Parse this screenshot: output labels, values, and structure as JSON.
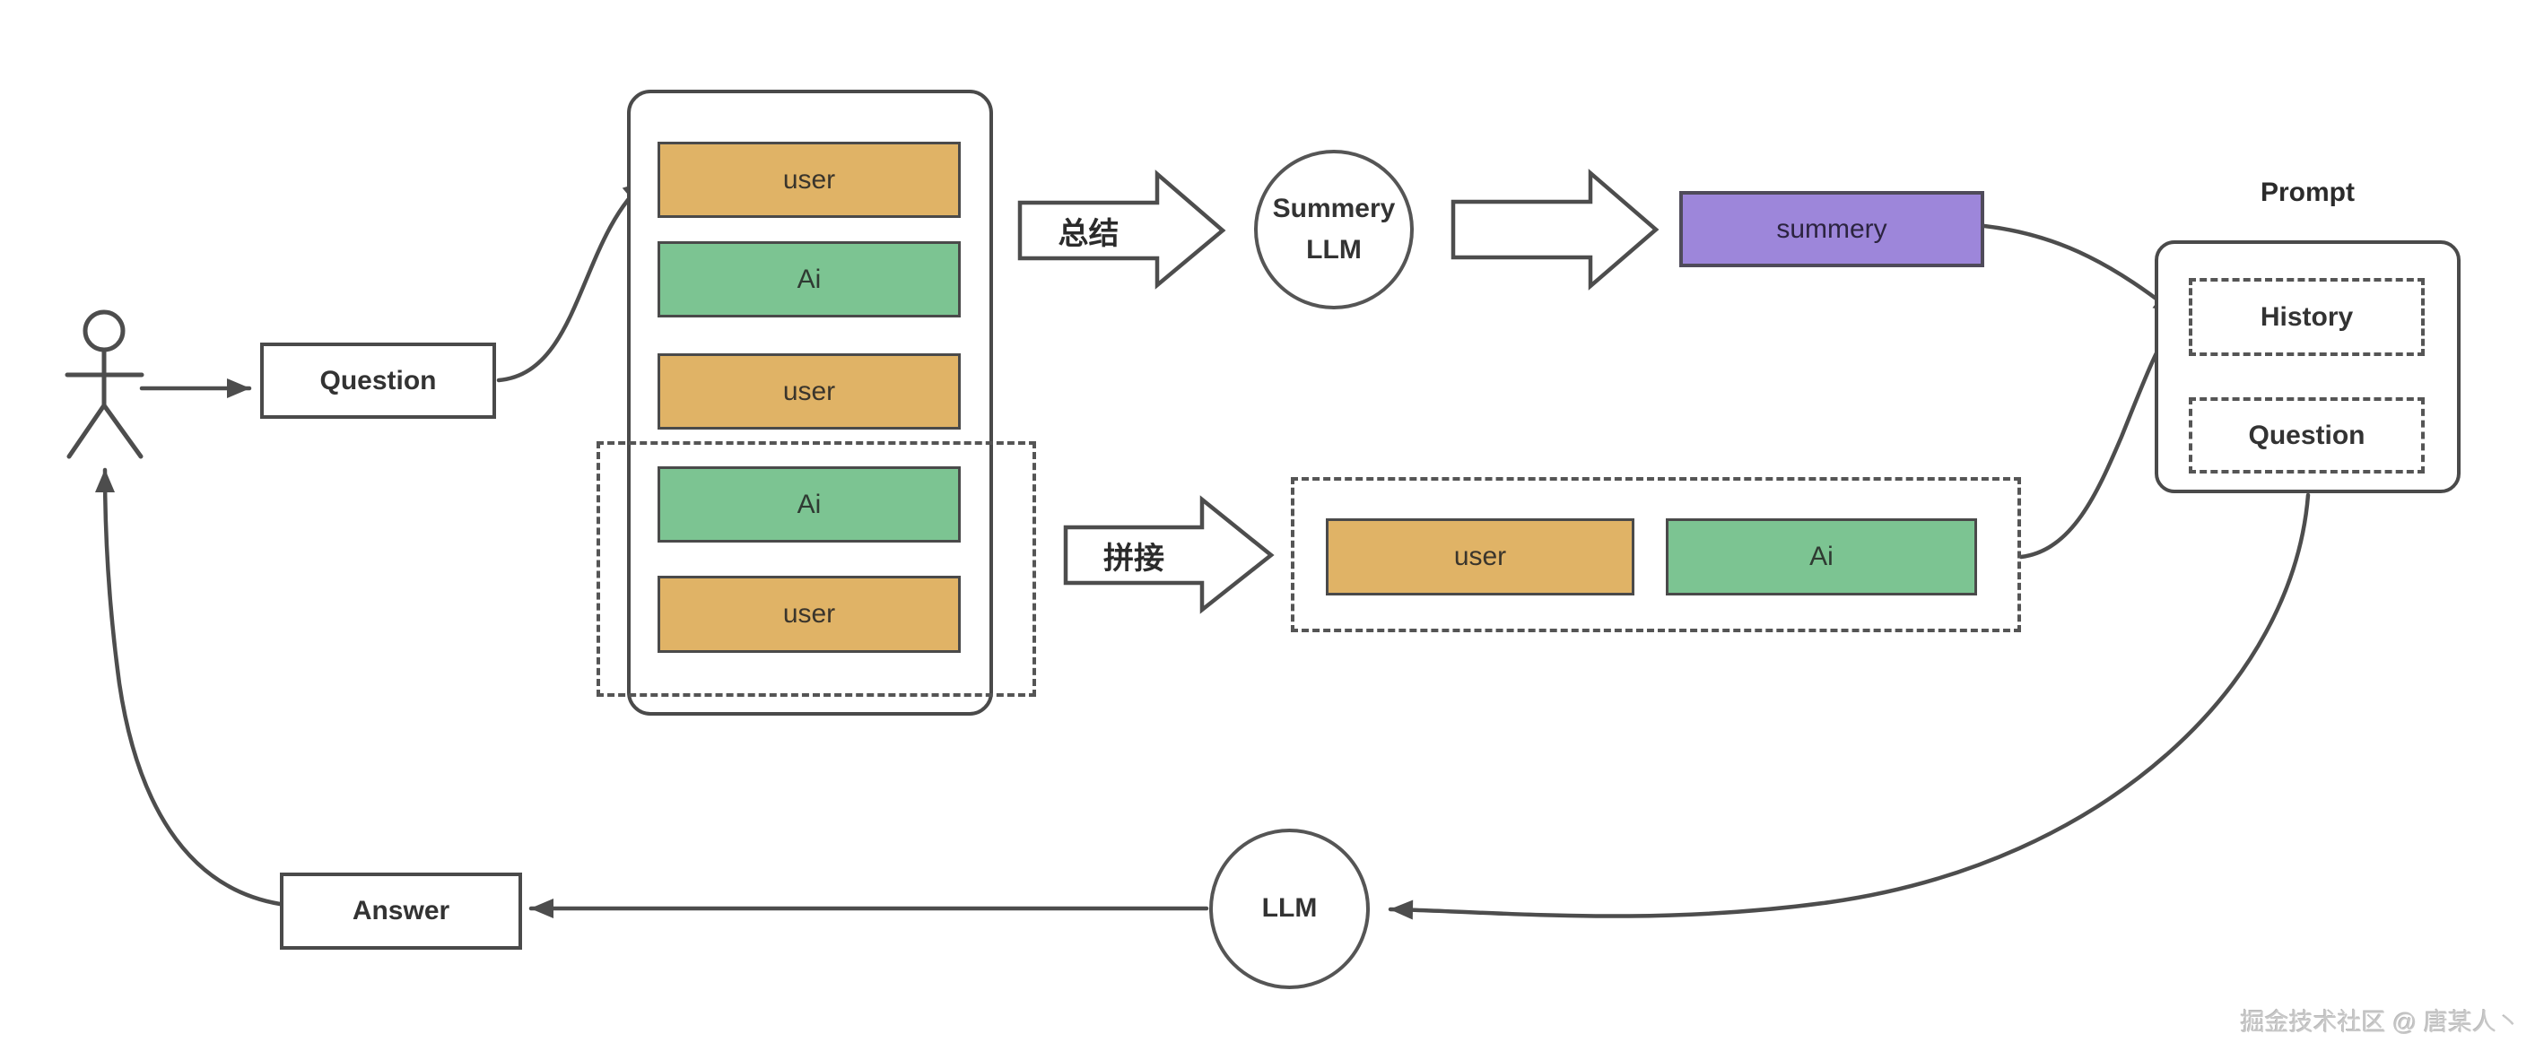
{
  "diagram": {
    "question_box": "Question",
    "answer_box": "Answer",
    "history_stack": {
      "messages": [
        "user",
        "Ai",
        "user",
        "Ai",
        "user"
      ]
    },
    "summarize_arrow_label": "总结",
    "concat_arrow_label": "拼接",
    "summary_llm_circle": {
      "line1": "Summery",
      "line2": "LLM"
    },
    "summary_box": "summery",
    "concat_group": {
      "messages": [
        "user",
        "Ai"
      ]
    },
    "prompt": {
      "title": "Prompt",
      "history_slot": "History",
      "question_slot": "Question"
    },
    "llm_circle": "LLM",
    "watermark": "掘金技术社区 @ 唐某人丶"
  },
  "colors": {
    "user_fill": "#e0b366",
    "ai_fill": "#7cc492",
    "summary_fill": "#9d86da",
    "line_stroke": "#4d4d4d",
    "watermark_color": "#c8c8c8"
  }
}
